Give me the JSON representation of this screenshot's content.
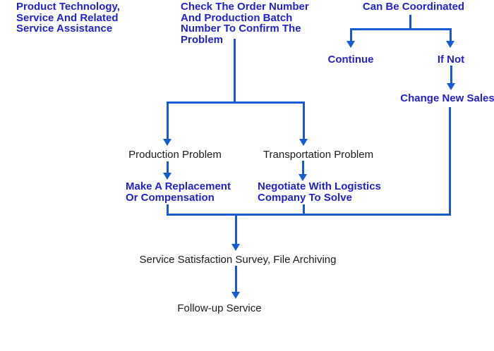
{
  "diagram": {
    "type": "flowchart",
    "colors": {
      "text_blue": "#2222cd",
      "line_blue": "#165bd4",
      "text_black": "#1a1a1a",
      "background": "#ffffff"
    },
    "nodes": {
      "intro": "Product Technology,\nService And Related\nService Assistance",
      "check_order": "Check The Order Number\nAnd Production Batch\nNumber To Confirm The\nProblem",
      "can_be_coordinated": "Can Be Coordinated",
      "continue": "Continue",
      "if_not": "If Not",
      "change_new_sales": "Change New Sales",
      "production_problem": "Production Problem",
      "transportation_problem": "Transportation Problem",
      "make_replacement": "Make A Replacement\nOr Compensation",
      "negotiate_logistics": "Negotiate With Logistics\nCompany To Solve",
      "survey_archiving": "Service Satisfaction Survey, File Archiving",
      "follow_up": "Follow-up Service"
    },
    "edges": [
      {
        "from": "check_order",
        "to": "production_problem"
      },
      {
        "from": "check_order",
        "to": "transportation_problem"
      },
      {
        "from": "production_problem",
        "to": "make_replacement"
      },
      {
        "from": "transportation_problem",
        "to": "negotiate_logistics"
      },
      {
        "from": "can_be_coordinated",
        "to": "continue"
      },
      {
        "from": "can_be_coordinated",
        "to": "if_not"
      },
      {
        "from": "if_not",
        "to": "change_new_sales"
      },
      {
        "from": "make_replacement",
        "to": "survey_archiving"
      },
      {
        "from": "negotiate_logistics",
        "to": "survey_archiving"
      },
      {
        "from": "change_new_sales",
        "to": "survey_archiving"
      },
      {
        "from": "survey_archiving",
        "to": "follow_up"
      }
    ]
  }
}
